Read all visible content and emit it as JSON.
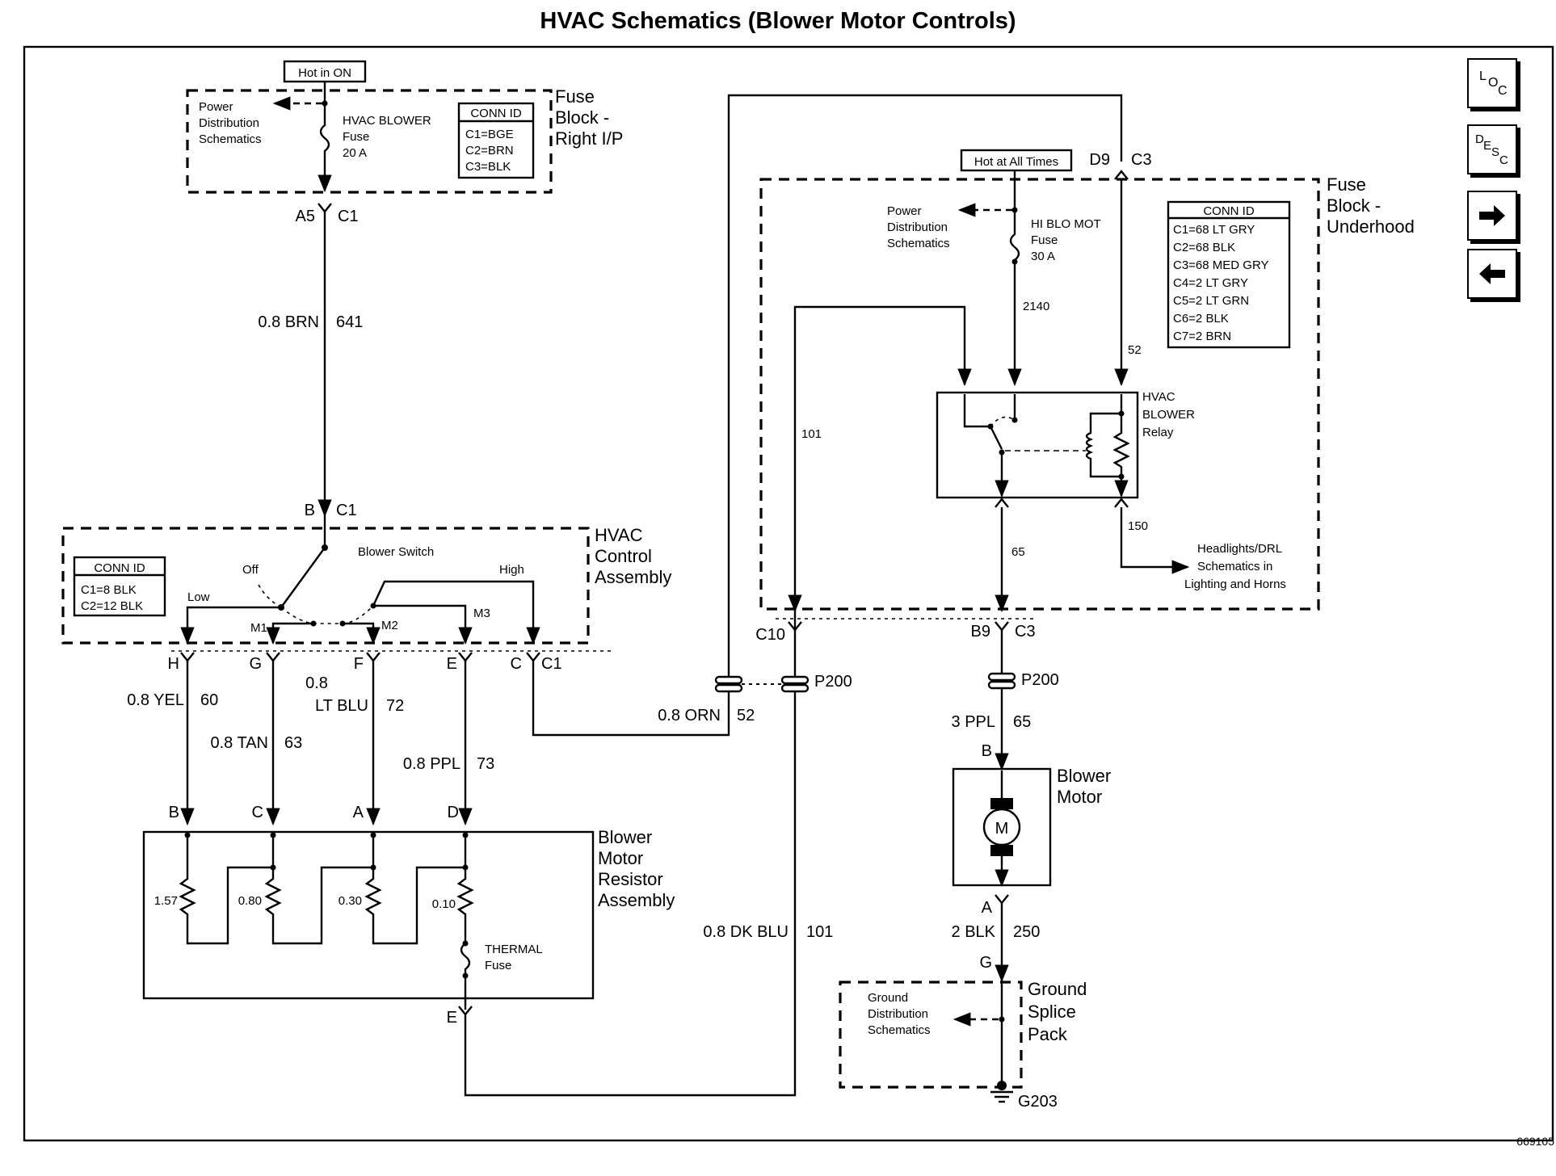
{
  "title": "HVAC Schematics (Blower Motor Controls)",
  "document_number": "669105",
  "nav": [
    {
      "name": "loc-button",
      "label": "LOC"
    },
    {
      "name": "desc-button",
      "label": "DESC"
    },
    {
      "name": "next-arrow-button",
      "icon": "arrow-right-icon"
    },
    {
      "name": "prev-arrow-button",
      "icon": "arrow-left-icon"
    }
  ],
  "fuse_block_ip": {
    "hot_label": "Hot in ON",
    "power_distribution": [
      "Power",
      "Distribution",
      "Schematics"
    ],
    "fuse_name": "HVAC BLOWER",
    "fuse_word": "Fuse",
    "fuse_rating": "20 A",
    "conn_id_title": "CONN ID",
    "conn_ids": [
      "C1=BGE",
      "C2=BRN",
      "C3=BLK"
    ],
    "label": [
      "Fuse",
      "Block -",
      "Right I/P"
    ],
    "pin": "A5",
    "connector": "C1"
  },
  "wire_641": {
    "gauge": "0.8 BRN",
    "circuit": "641"
  },
  "hvac_control": {
    "pin_in": "B",
    "connector_in": "C1",
    "conn_id_title": "CONN ID",
    "conn_ids": [
      "C1=8 BLK",
      "C2=12 BLK"
    ],
    "switch_name": "Blower Switch",
    "positions": [
      "Off",
      "Low",
      "M1",
      "M2",
      "M3",
      "High"
    ],
    "label": [
      "HVAC",
      "Control",
      "Assembly"
    ],
    "pins_out": [
      "H",
      "G",
      "F",
      "E",
      "C"
    ],
    "connector_out": "C1"
  },
  "switch_wires": [
    {
      "gauge": "0.8 YEL",
      "circuit": "60"
    },
    {
      "gauge": "0.8 TAN",
      "circuit": "63"
    },
    {
      "gauge_line1": "0.8",
      "gauge_line2": "LT BLU",
      "circuit": "72"
    },
    {
      "gauge": "0.8 PPL",
      "circuit": "73"
    }
  ],
  "wire_52": {
    "gauge": "0.8 ORN",
    "circuit": "52"
  },
  "resistor_assembly": {
    "pins": [
      "B",
      "C",
      "A",
      "D"
    ],
    "resistors": [
      "1.57",
      "0.80",
      "0.30",
      "0.10"
    ],
    "thermal_fuse": [
      "THERMAL",
      "Fuse"
    ],
    "label": [
      "Blower",
      "Motor",
      "Resistor",
      "Assembly"
    ],
    "pin_out": "E"
  },
  "wire_101": {
    "gauge": "0.8 DK BLU",
    "circuit": "101"
  },
  "splice_p200": "P200",
  "fuse_block_underhood": {
    "hot_label": "Hot at All Times",
    "top_pin": "D9",
    "top_connector": "C3",
    "power_distribution": [
      "Power",
      "Distribution",
      "Schematics"
    ],
    "fuse_name": "HI BLO MOT",
    "fuse_word": "Fuse",
    "fuse_rating": "30 A",
    "circuit_fuse": "2140",
    "circuit_52": "52",
    "circuit_101": "101",
    "conn_id_title": "CONN ID",
    "conn_ids": [
      "C1=68 LT GRY",
      "C2=68 BLK",
      "C3=68 MED GRY",
      "C4=2 LT GRY",
      "C5=2 LT GRN",
      "C6=2 BLK",
      "C7=2 BRN"
    ],
    "label": [
      "Fuse",
      "Block -",
      "Underhood"
    ],
    "relay_label": [
      "HVAC",
      "BLOWER",
      "Relay"
    ],
    "circuit_65": "65",
    "circuit_150": "150",
    "headlights_ref": [
      "Headlights/DRL",
      "Schematics in",
      "Lighting and Horns"
    ],
    "pin_c10": "C10",
    "pin_b9": "B9",
    "connector_c3": "C3"
  },
  "wire_65": {
    "gauge": "3 PPL",
    "circuit": "65"
  },
  "blower_motor": {
    "pin_top": "B",
    "symbol": "M",
    "label": [
      "Blower",
      "Motor"
    ],
    "pin_bottom": "A"
  },
  "wire_250": {
    "gauge": "2 BLK",
    "circuit": "250"
  },
  "ground_splice": {
    "pin": "G",
    "ground_distribution": [
      "Ground",
      "Distribution",
      "Schematics"
    ],
    "label": [
      "Ground",
      "Splice",
      "Pack"
    ],
    "ground_id": "G203"
  }
}
